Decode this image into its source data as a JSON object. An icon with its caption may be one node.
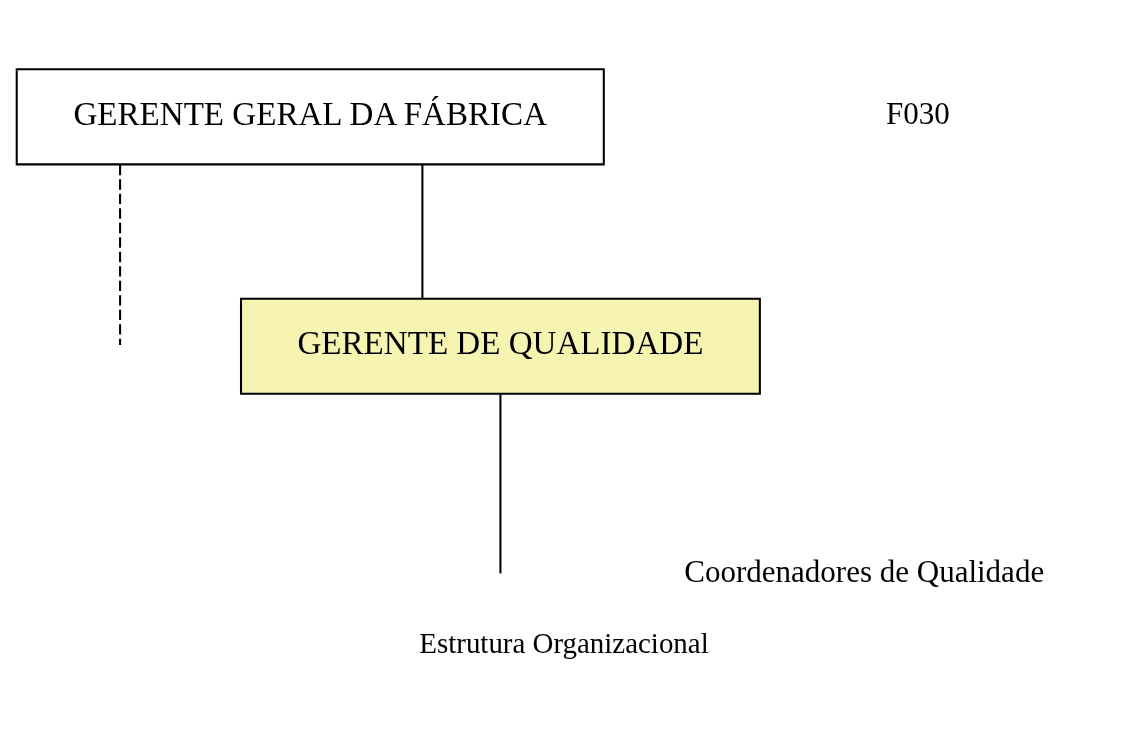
{
  "diagram": {
    "caption": "Estrutura Organizacional",
    "nodes": [
      {
        "text": [
          "GERENTE GERAL DA FÁBRICA"
        ]
      },
      {
        "text": [
          "GERENTE DE QUALIDADE"
        ]
      }
    ],
    "edges": [
      {
        "from": 0,
        "to": 1,
        "arrow": "none"
      },
      {
        "from": 0,
        "to": null,
        "arrow": "none",
        "style": "dashed"
      },
      {
        "from": 1,
        "to": null,
        "arrow": "none"
      }
    ],
    "labels": [
      "Coordenadores de Qualidade",
      "F030"
    ]
  }
}
